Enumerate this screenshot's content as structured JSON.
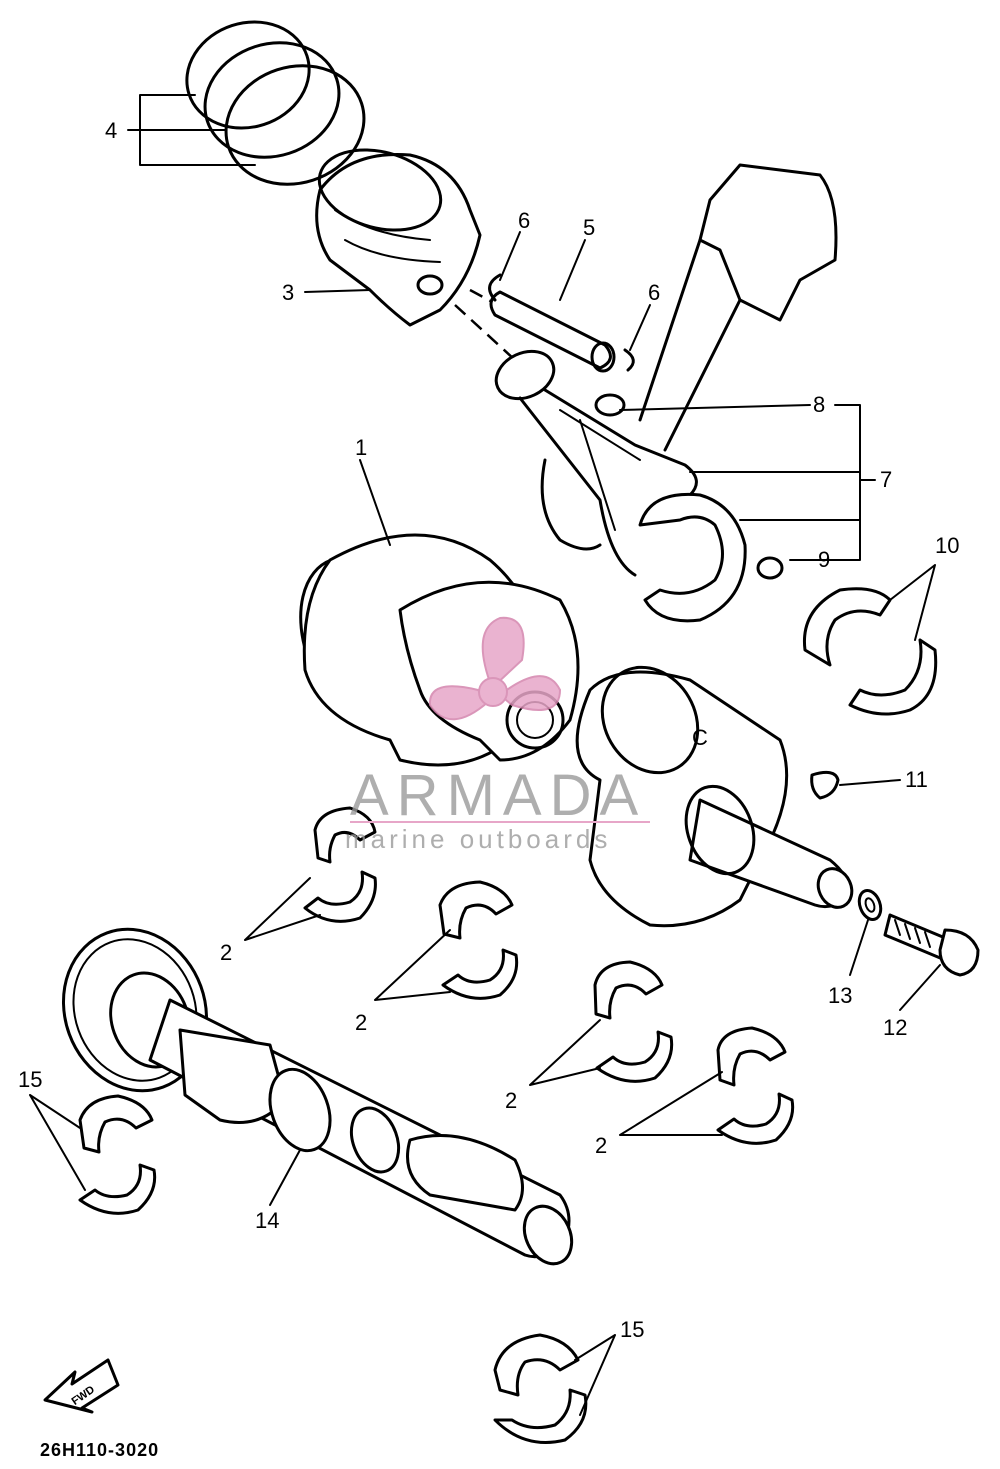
{
  "diagram": {
    "callouts": [
      {
        "id": "c1",
        "label": "1"
      },
      {
        "id": "c2a",
        "label": "2"
      },
      {
        "id": "c2b",
        "label": "2"
      },
      {
        "id": "c2c",
        "label": "2"
      },
      {
        "id": "c2d",
        "label": "2"
      },
      {
        "id": "c3",
        "label": "3"
      },
      {
        "id": "c4",
        "label": "4"
      },
      {
        "id": "c5",
        "label": "5"
      },
      {
        "id": "c6a",
        "label": "6"
      },
      {
        "id": "c6b",
        "label": "6"
      },
      {
        "id": "c7",
        "label": "7"
      },
      {
        "id": "c8",
        "label": "8"
      },
      {
        "id": "c9",
        "label": "9"
      },
      {
        "id": "c10",
        "label": "10"
      },
      {
        "id": "c11",
        "label": "11"
      },
      {
        "id": "c12",
        "label": "12"
      },
      {
        "id": "c13",
        "label": "13"
      },
      {
        "id": "c14",
        "label": "14"
      },
      {
        "id": "c15a",
        "label": "15"
      },
      {
        "id": "c15b",
        "label": "15"
      }
    ],
    "crank_mark": "C",
    "fwd_label": "FWD",
    "part_code": "26H110-3020"
  },
  "watermark": {
    "brand": "ARMADA",
    "tagline": "marine outboards",
    "accent_color": "#e7a6c8",
    "text_color": "#9a9a9a"
  }
}
